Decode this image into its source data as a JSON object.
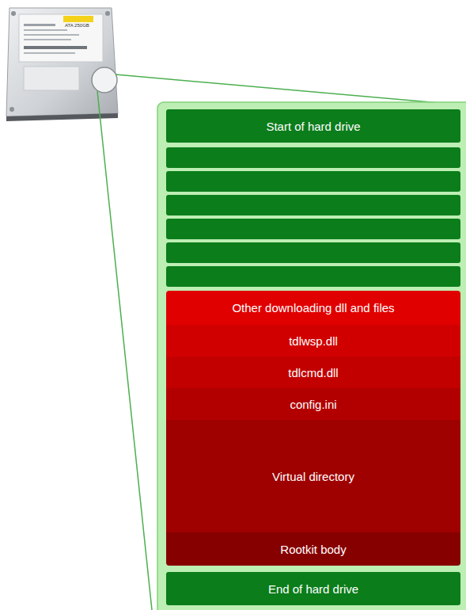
{
  "diagram": {
    "nodes": [
      {
        "text": [
          "Start of hard drive"
        ]
      },
      {
        "text": [
          "Other downloading dll and files"
        ]
      },
      {
        "text": [
          "tdlwsp.dll"
        ]
      },
      {
        "text": [
          "tdlcmd.dll"
        ]
      },
      {
        "text": [
          "config.ini"
        ]
      },
      {
        "text": [
          "Virtual directory"
        ]
      },
      {
        "text": [
          "Rootkit body"
        ]
      },
      {
        "text": [
          "End of hard drive"
        ]
      }
    ],
    "labels": [
      "ATA 250GB"
    ]
  }
}
